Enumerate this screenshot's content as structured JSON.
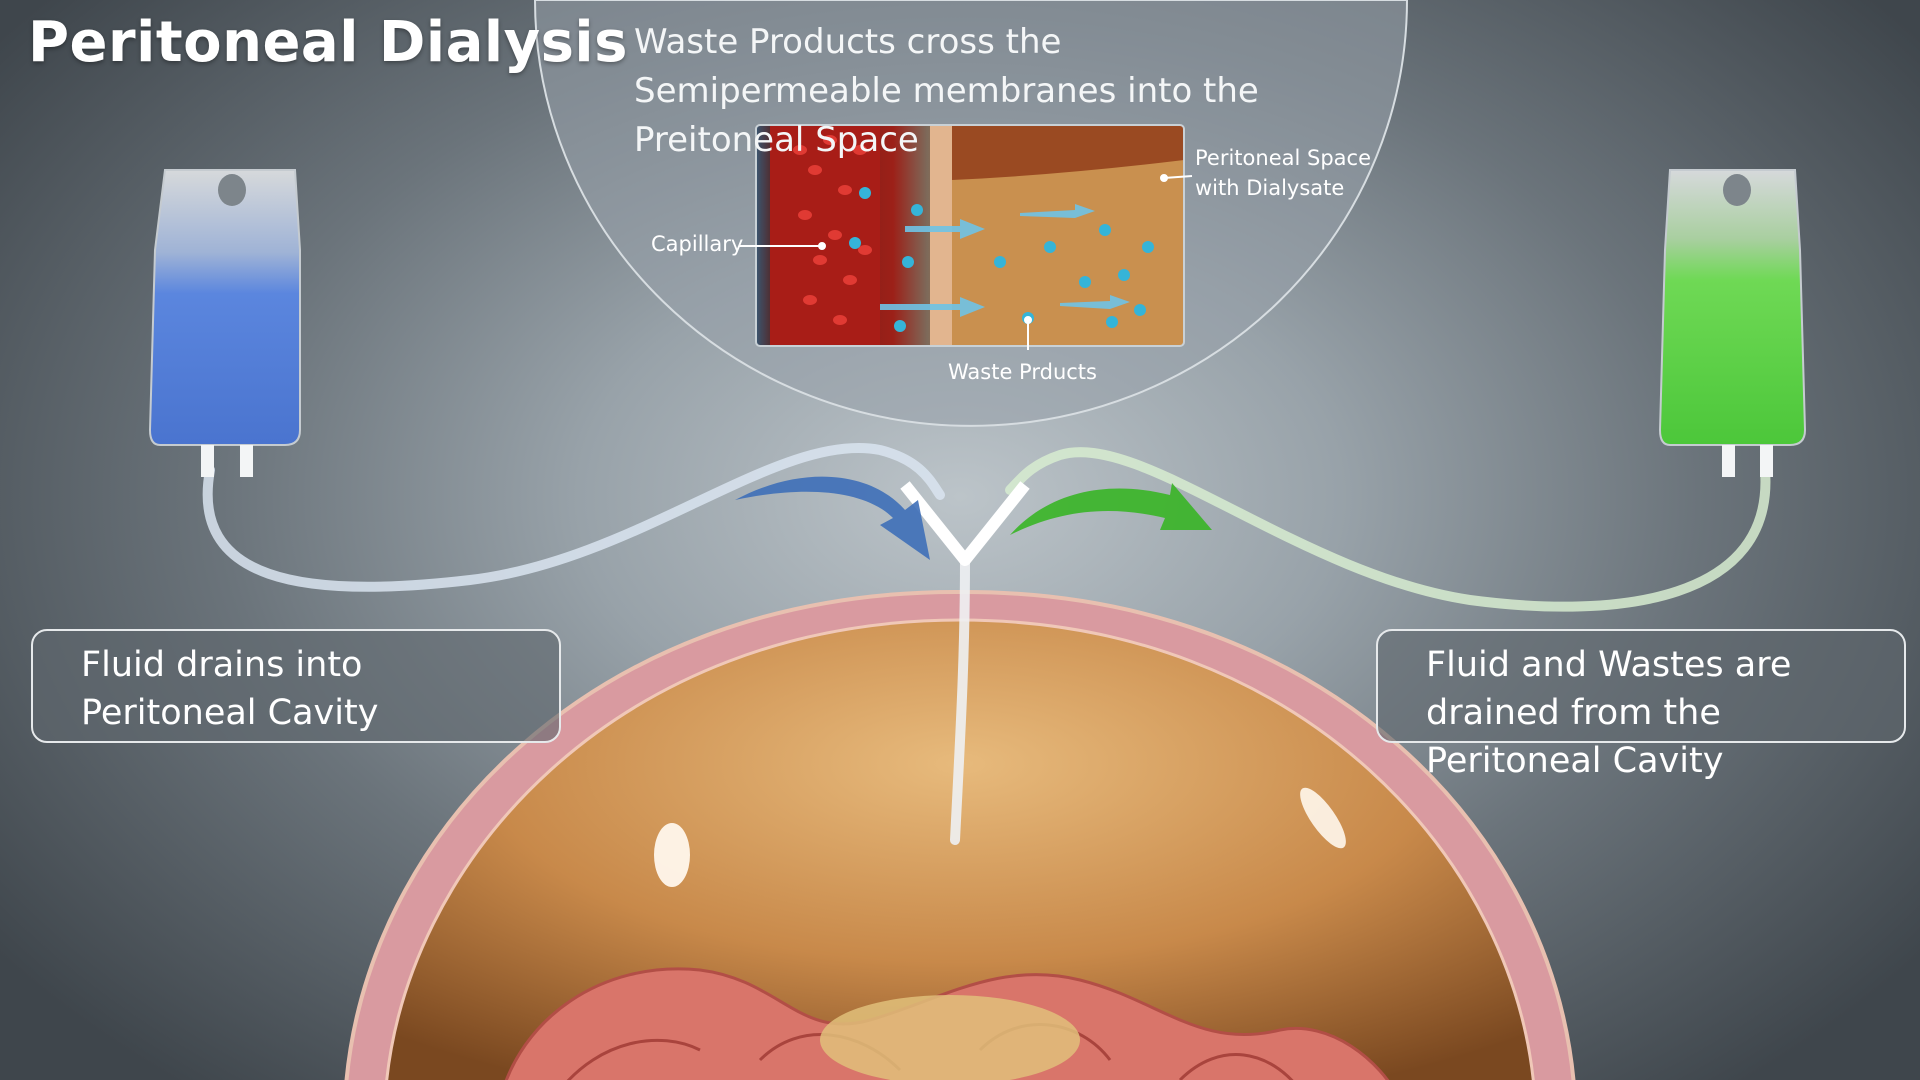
{
  "title": "Peritoneal Dialysis",
  "zoom_caption": "Waste Products cross the Semipermeable membranes into the Preitoneal Space",
  "inset_labels": {
    "capillary": "Capillary",
    "peritoneal_space": "Peritoneal Space with Dialysate",
    "waste_products": "Waste Prducts"
  },
  "callouts": {
    "left": "Fluid drains into Peritoneal Cavity",
    "right": "Fluid and Wastes are drained from the Peritoneal Cavity"
  },
  "colors": {
    "fresh_dialysate": "#4f7fe0",
    "used_dialysate": "#5fd24a",
    "inflow_arrow": "#3e6fb8",
    "outflow_arrow": "#39b526",
    "peritoneum": "#d99aa0",
    "cavity_fluid": "#c98a47"
  }
}
